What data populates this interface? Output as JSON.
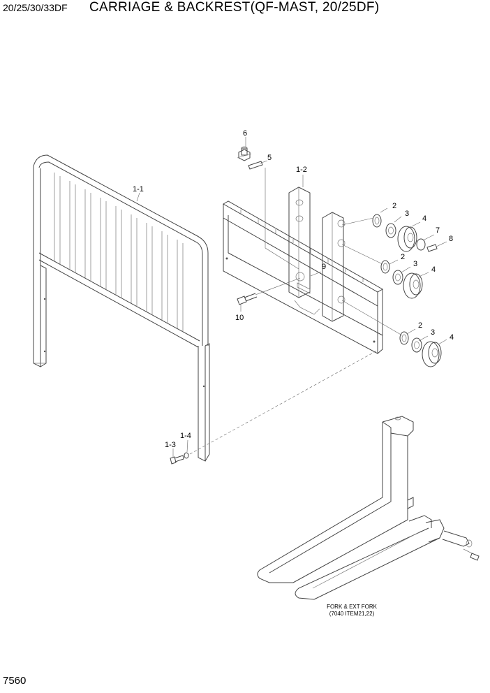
{
  "header": {
    "model": "20/25/30/33DF",
    "title": "CARRIAGE & BACKREST(QF-MAST, 20/25DF)"
  },
  "page_number": "7560",
  "callouts": {
    "c6": "6",
    "c5": "5",
    "c1_2": "1-2",
    "c1_1": "1-1",
    "c2a": "2",
    "c3a": "3",
    "c4a": "4",
    "c7": "7",
    "c8": "8",
    "c9": "9",
    "c2b": "2",
    "c3b": "3",
    "c4b": "4",
    "c10": "10",
    "c2c": "2",
    "c3c": "3",
    "c4c": "4",
    "c1_4": "1-4",
    "c1_3": "1-3"
  },
  "fork_note": {
    "line1": "FORK & EXT FORK",
    "line2": "(7040 ITEM21,22)"
  }
}
